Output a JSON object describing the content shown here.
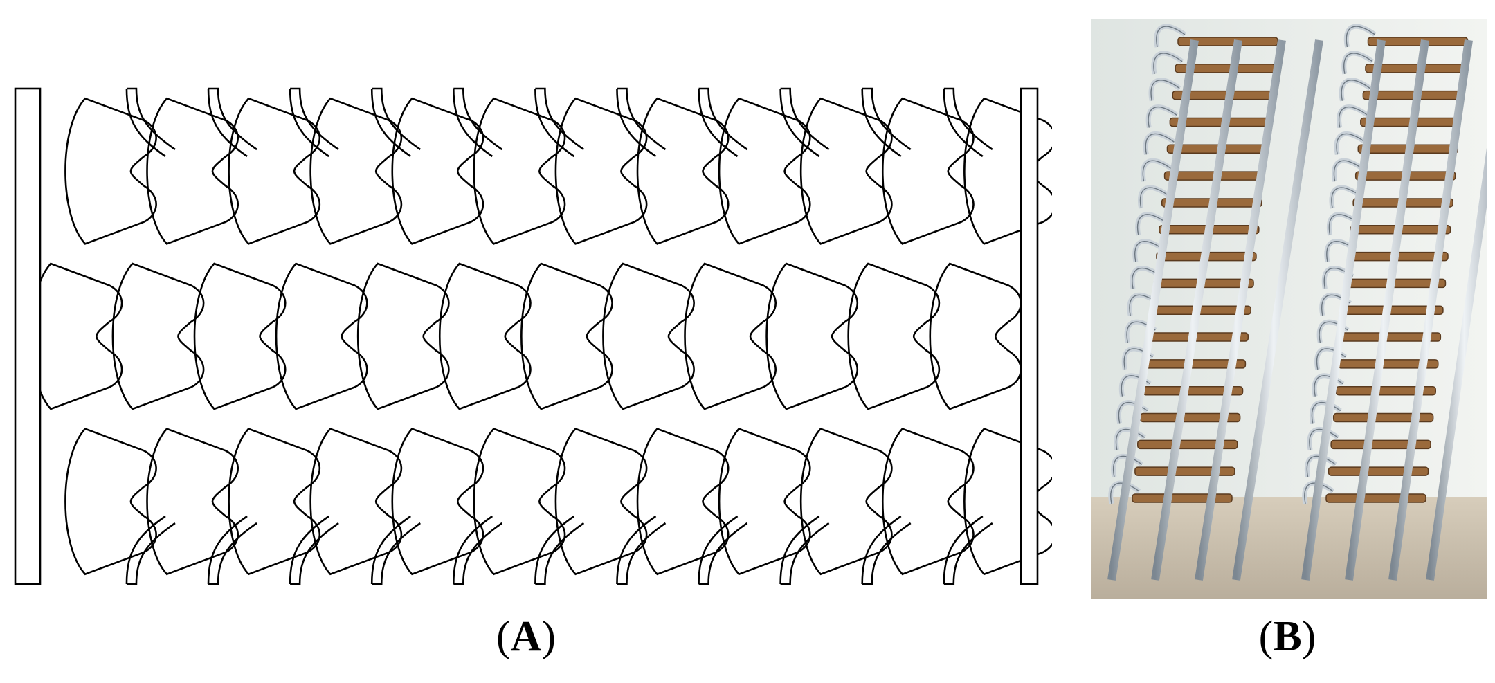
{
  "figure": {
    "panel_a": {
      "label": "A"
    },
    "panel_b": {
      "label": "B"
    },
    "colors": {
      "line": "#000000",
      "background": "#ffffff",
      "chair_frame": "#c9d1d8",
      "chair_frame_shadow": "#6d7882",
      "seat_wood": "#9a6a3c",
      "seat_dark": "#5a3a1e",
      "wall": "#e8ece8",
      "floor": "#c8bfae"
    },
    "metastructure_grid": {
      "columns": 12,
      "rows": 3
    },
    "chair_stacks": 2
  }
}
